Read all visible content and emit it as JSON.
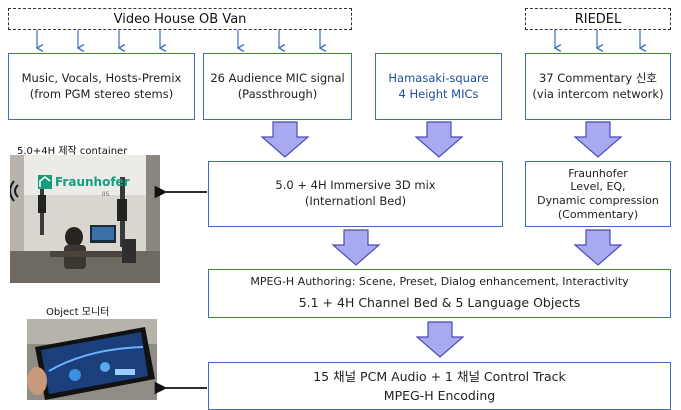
{
  "header": {
    "van_label": "Video House OB Van",
    "riedel_label": "RIEDEL"
  },
  "inputs": {
    "premix": {
      "line1": "Music, Vocals, Hosts-Premix",
      "line2": "(from PGM stereo stems)"
    },
    "audience": {
      "line1": "26 Audience MIC signal",
      "line2": "(Passthrough)"
    },
    "hamasaki": {
      "line1": "Hamasaki-square",
      "line2": "4 Height MICs"
    },
    "commentary": {
      "line1": "37 Commentary 신호",
      "line2": "(via intercom network)"
    }
  },
  "process": {
    "immersive": {
      "line1": "5.0 + 4H Immersive 3D mix",
      "line2": "(Internationl Bed)"
    },
    "fraunhofer": {
      "line1": "Fraunhofer",
      "line2": "Level, EQ,",
      "line3": "Dynamic compression",
      "line4": "(Commentary)"
    },
    "authoring": {
      "line1": "MPEG-H Authoring: Scene, Preset, Dialog enhancement, Interactivity",
      "line2": "5.1 + 4H Channel Bed  & 5 Language Objects"
    },
    "encoding": {
      "line1": "15 채널 PCM Audio + 1 채널 Control Track",
      "line2": "MPEG-H Encoding"
    }
  },
  "photos": {
    "container_caption": "5.0+4H 제작 container",
    "monitor_caption": "Object 모니터",
    "fraunhofer_logo": "Fraunhofer",
    "fraunhofer_sub": "IIS"
  },
  "colors": {
    "box_border": "#3c6fc0",
    "arrow_fill": "#a9a9f0",
    "arrow_stroke": "#4a4ab8",
    "connector": "#3c6fc0"
  }
}
